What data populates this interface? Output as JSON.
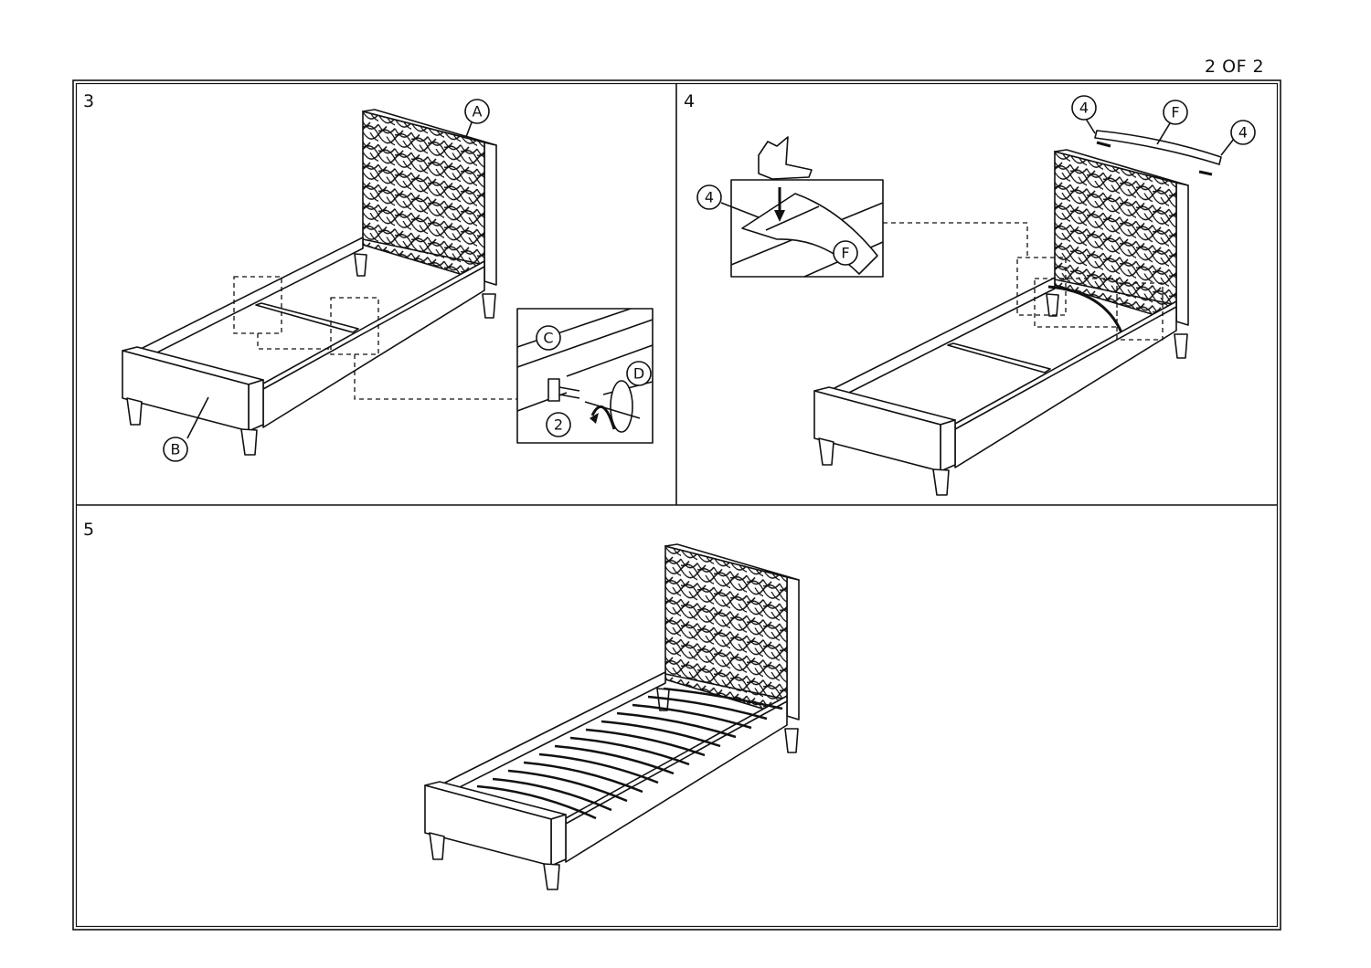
{
  "page": {
    "label": "2 OF 2"
  },
  "steps": [
    {
      "number": "3",
      "callouts": {
        "headboard": "A",
        "footboard": "B",
        "rail": "C",
        "tool": "D",
        "bolt": "2"
      }
    },
    {
      "number": "4",
      "callouts": {
        "slat_left": "4",
        "slat_main": "F",
        "slat_right": "4",
        "inset_clip": "4",
        "inset_slat": "F"
      }
    },
    {
      "number": "5"
    }
  ],
  "colors": {
    "line": "#111111",
    "background": "#ffffff"
  }
}
